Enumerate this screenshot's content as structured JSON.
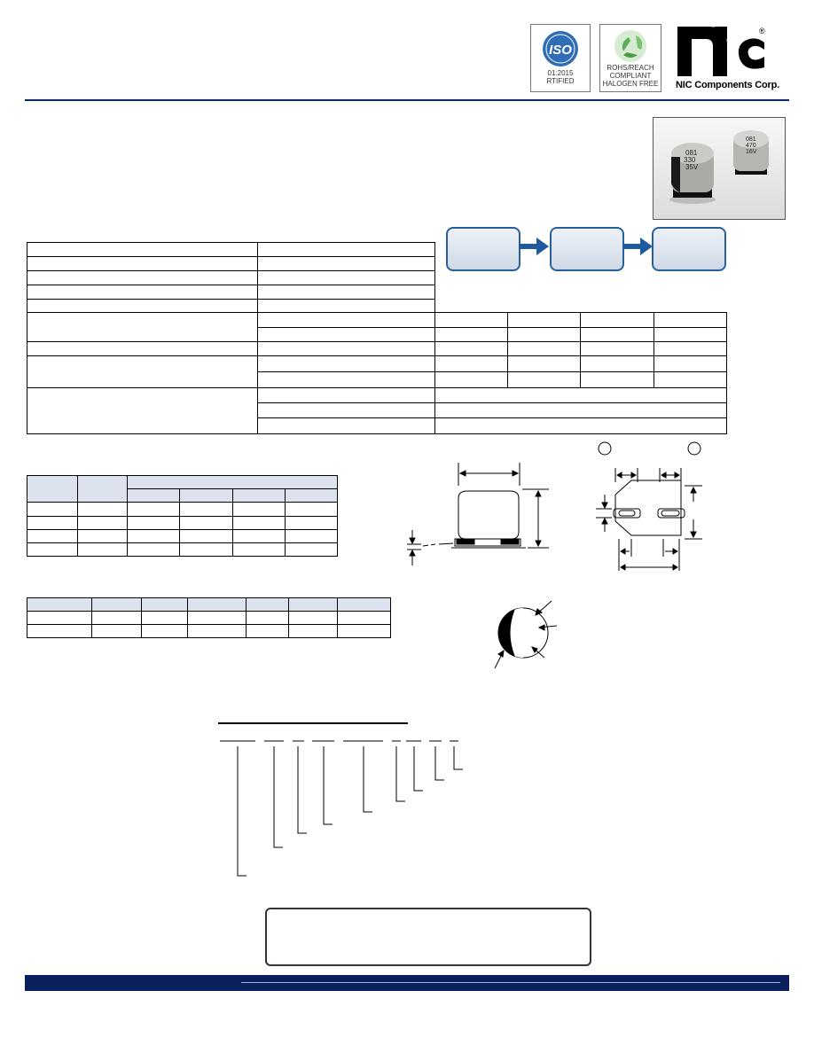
{
  "badges": {
    "iso": {
      "logo_text": "ISO",
      "line1": "01:2015",
      "line2": "RTIFIED"
    },
    "rohs": {
      "line1": "ROHS/REACH",
      "line2": "COMPLIANT",
      "line3": "HALOGEN FREE"
    }
  },
  "brand": {
    "logo_text": "nc",
    "name": "NIC Components Corp.",
    "registered": "®",
    "color": "#000000"
  },
  "photo": {
    "capacitor_left_marking": [
      "081",
      "330",
      "35V"
    ],
    "capacitor_right_marking": [
      "081",
      "470",
      "16V"
    ]
  },
  "colors": {
    "accent": "#0b2a6b",
    "flow_border": "#27609c",
    "flow_arrow": "#1f5aa0",
    "table_header": "#dce3ef",
    "footer": "#0b1f5c"
  },
  "circle_labels": {
    "left": "",
    "right": ""
  }
}
